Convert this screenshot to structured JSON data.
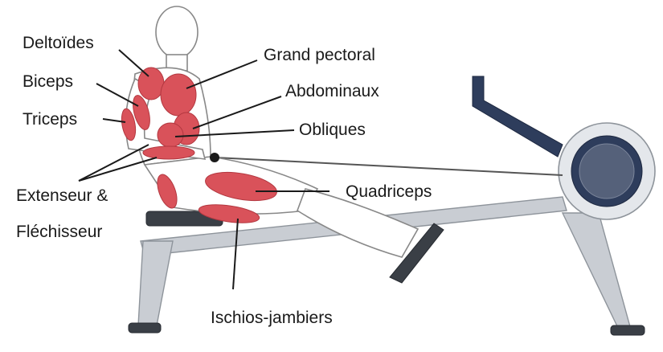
{
  "labels": {
    "deltoides": "Deltoïdes",
    "biceps": "Biceps",
    "triceps": "Triceps",
    "extenseur_line1": "Extenseur &",
    "extenseur_line2": "Fléchisseur",
    "grand_pectoral": "Grand pectoral",
    "abdominaux": "Abdominaux",
    "obliques": "Obliques",
    "quadriceps": "Quadriceps",
    "ischios": "Ischios-jambiers"
  },
  "colors": {
    "muscle": "#d9525a",
    "machine_metal": "#c9cdd3",
    "machine_dark": "#3a3f46",
    "flywheel": "#2e3d5c"
  }
}
